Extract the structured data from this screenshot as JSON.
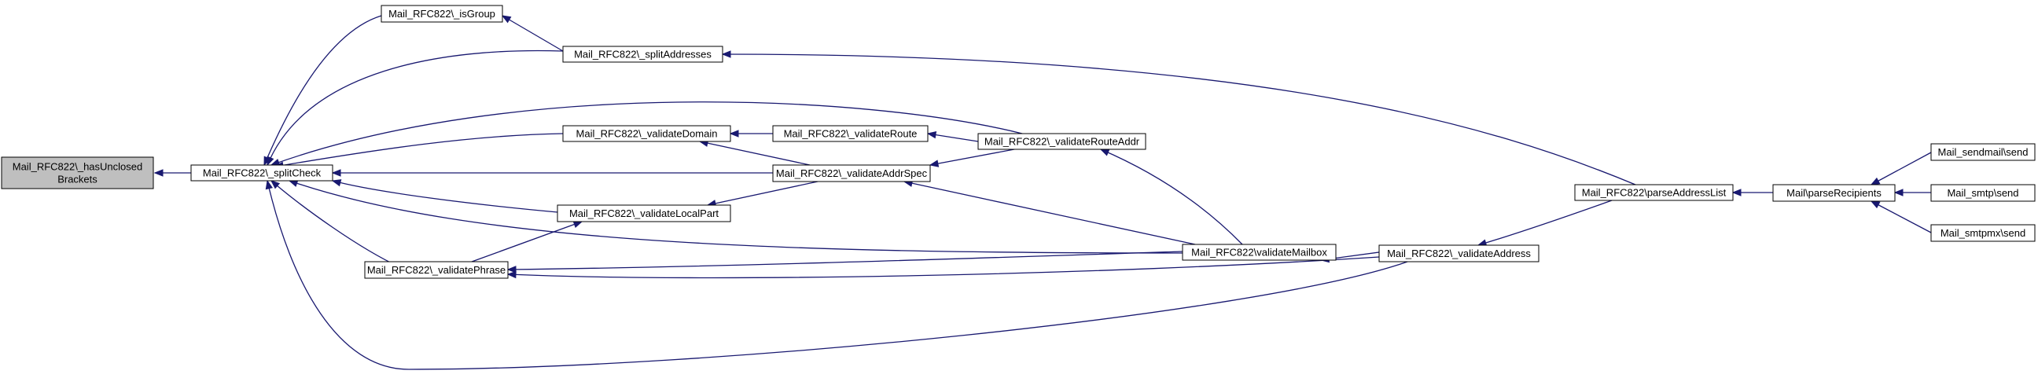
{
  "graph": {
    "colors": {
      "edge": "#191970",
      "node_fill": "#ffffff",
      "node_highlight": "#bfbfbf",
      "node_border": "#000000"
    },
    "nodes": [
      {
        "id": "hasUnclosedBrackets",
        "lines": [
          "Mail_RFC822\\_hasUnclosed",
          "Brackets"
        ],
        "highlight": true
      },
      {
        "id": "splitCheck",
        "lines": [
          "Mail_RFC822\\_splitCheck"
        ]
      },
      {
        "id": "isGroup",
        "lines": [
          "Mail_RFC822\\_isGroup"
        ]
      },
      {
        "id": "splitAddresses",
        "lines": [
          "Mail_RFC822\\_splitAddresses"
        ]
      },
      {
        "id": "validateDomain",
        "lines": [
          "Mail_RFC822\\_validateDomain"
        ]
      },
      {
        "id": "validateLocalPart",
        "lines": [
          "Mail_RFC822\\_validateLocalPart"
        ]
      },
      {
        "id": "validatePhrase",
        "lines": [
          "Mail_RFC822\\_validatePhrase"
        ]
      },
      {
        "id": "validateRoute",
        "lines": [
          "Mail_RFC822\\_validateRoute"
        ]
      },
      {
        "id": "validateAddrSpec",
        "lines": [
          "Mail_RFC822\\_validateAddrSpec"
        ]
      },
      {
        "id": "validateRouteAddr",
        "lines": [
          "Mail_RFC822\\_validateRouteAddr"
        ]
      },
      {
        "id": "validateMailbox",
        "lines": [
          "Mail_RFC822\\validateMailbox"
        ]
      },
      {
        "id": "validateAddress",
        "lines": [
          "Mail_RFC822\\_validateAddress"
        ]
      },
      {
        "id": "parseAddressList",
        "lines": [
          "Mail_RFC822\\parseAddressList"
        ]
      },
      {
        "id": "parseRecipients",
        "lines": [
          "Mail\\parseRecipients"
        ]
      },
      {
        "id": "sendmailSend",
        "lines": [
          "Mail_sendmail\\send"
        ]
      },
      {
        "id": "smtpSend",
        "lines": [
          "Mail_smtp\\send"
        ]
      },
      {
        "id": "smtpmxSend",
        "lines": [
          "Mail_smtpmx\\send"
        ]
      }
    ],
    "edges": [
      {
        "from": "splitCheck",
        "to": "hasUnclosedBrackets"
      },
      {
        "from": "isGroup",
        "to": "splitCheck"
      },
      {
        "from": "splitAddresses",
        "to": "isGroup"
      },
      {
        "from": "splitAddresses",
        "to": "splitCheck"
      },
      {
        "from": "parseAddressList",
        "to": "splitAddresses"
      },
      {
        "from": "validateRouteAddr",
        "to": "splitCheck"
      },
      {
        "from": "validateDomain",
        "to": "splitCheck"
      },
      {
        "from": "validateAddrSpec",
        "to": "splitCheck"
      },
      {
        "from": "validateLocalPart",
        "to": "splitCheck"
      },
      {
        "from": "validateMailbox",
        "to": "splitCheck"
      },
      {
        "from": "validatePhrase",
        "to": "splitCheck"
      },
      {
        "from": "validateAddress",
        "to": "splitCheck"
      },
      {
        "from": "validateRoute",
        "to": "validateDomain"
      },
      {
        "from": "validateAddrSpec",
        "to": "validateDomain"
      },
      {
        "from": "validateRouteAddr",
        "to": "validateRoute"
      },
      {
        "from": "validateRouteAddr",
        "to": "validateAddrSpec"
      },
      {
        "from": "validateMailbox",
        "to": "validateAddrSpec"
      },
      {
        "from": "validateAddrSpec",
        "to": "validateLocalPart"
      },
      {
        "from": "validatePhrase",
        "to": "validateLocalPart"
      },
      {
        "from": "validateMailbox",
        "to": "validateRouteAddr"
      },
      {
        "from": "validateMailbox",
        "to": "validatePhrase"
      },
      {
        "from": "validateAddress",
        "to": "validatePhrase"
      },
      {
        "from": "validateAddress",
        "to": "validateMailbox"
      },
      {
        "from": "parseAddressList",
        "to": "validateAddress"
      },
      {
        "from": "parseRecipients",
        "to": "parseAddressList"
      },
      {
        "from": "sendmailSend",
        "to": "parseRecipients"
      },
      {
        "from": "smtpSend",
        "to": "parseRecipients"
      },
      {
        "from": "smtpmxSend",
        "to": "parseRecipients"
      }
    ]
  }
}
